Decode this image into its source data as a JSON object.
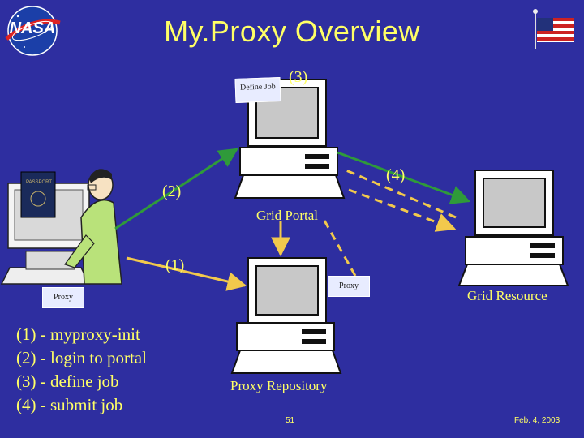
{
  "title": "My.Proxy Overview",
  "logo_text": "NASA",
  "labels": {
    "define_job": "Define Job",
    "step3": "(3)",
    "step4": "(4)",
    "step2": "(2)",
    "step1": "(1)",
    "grid_portal": "Grid Portal",
    "grid_resource": "Grid Resource",
    "proxy_repository": "Proxy Repository",
    "proxy_left": "Proxy",
    "proxy_right": "Proxy",
    "passport": "PASSPORT"
  },
  "steps": [
    "(1) - myproxy-init",
    "(2) - login to portal",
    "(3) - define job",
    "(4) - submit job"
  ],
  "footer": {
    "page": "51",
    "date": "Feb. 4, 2003"
  },
  "colors": {
    "background": "#2e2ea0",
    "text": "#ffff66",
    "green_arrow": "#2f9a3a",
    "dashed_arrow": "#f2c94c"
  }
}
